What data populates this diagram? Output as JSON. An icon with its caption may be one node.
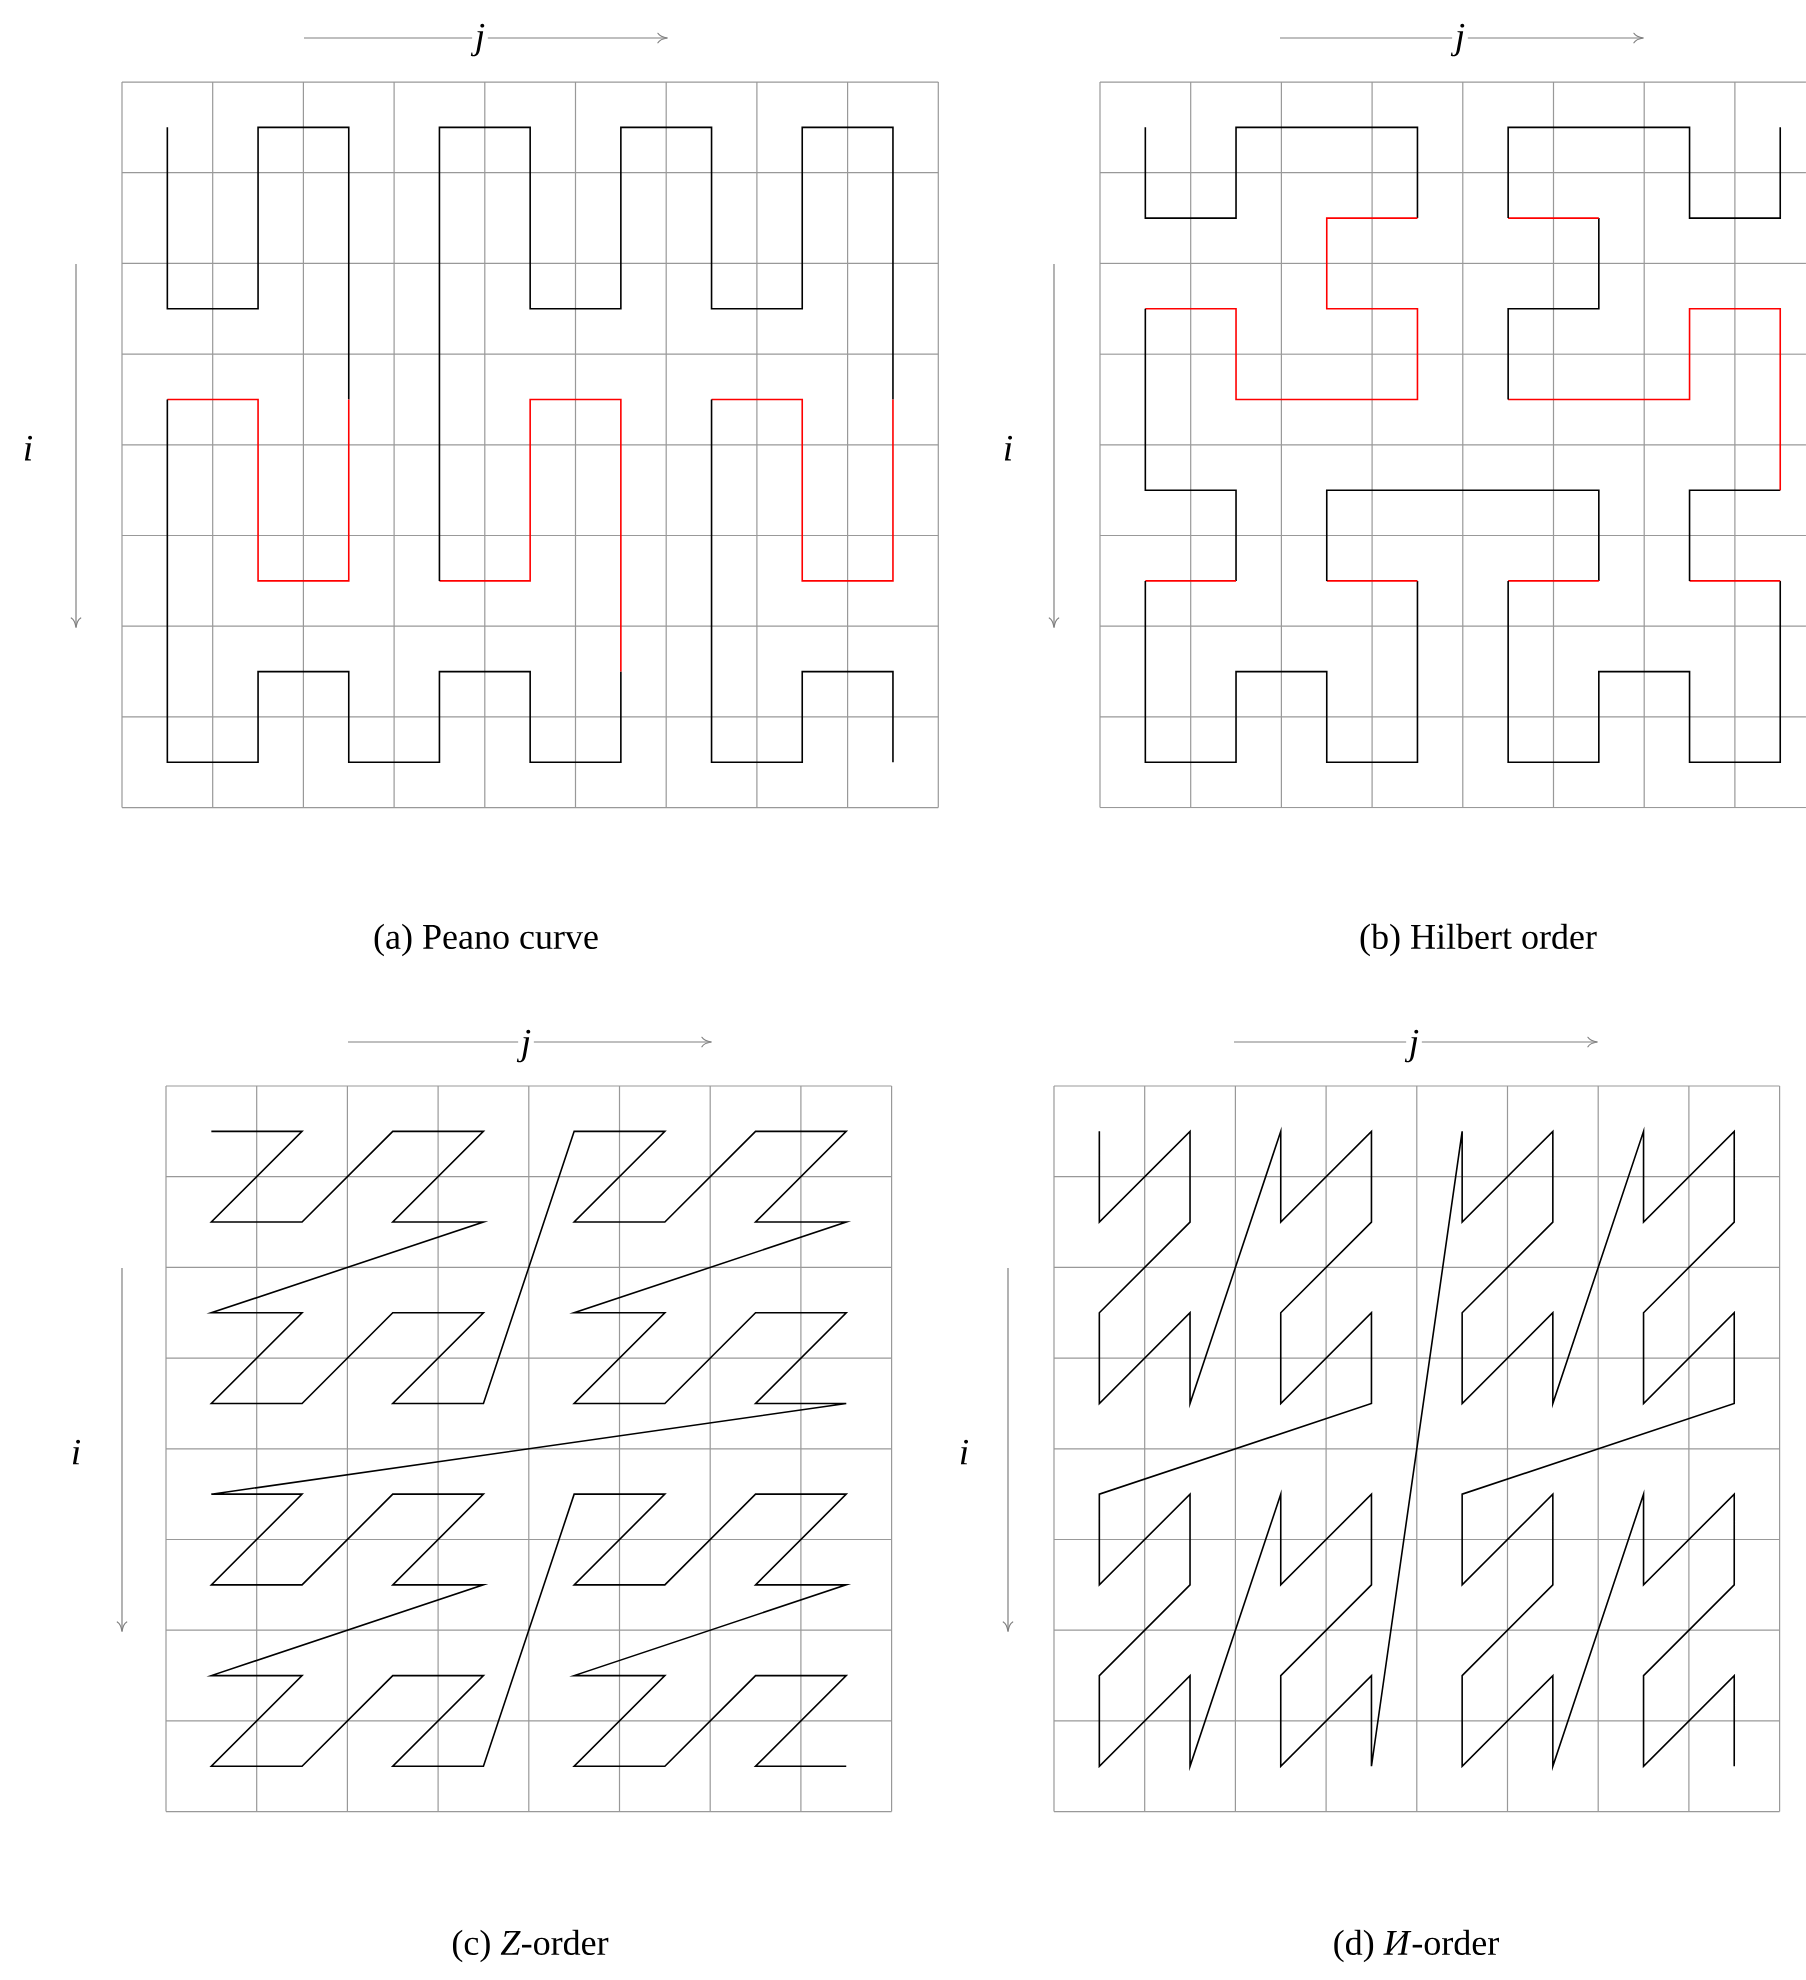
{
  "diagram": {
    "labels": [
      "j",
      "j",
      "i",
      "i",
      "(a) Peano curve",
      "(b) Hilbert order",
      "j",
      "j",
      "i",
      "i",
      "(c) *Z*-order",
      "(d) *И*-order"
    ]
  }
}
